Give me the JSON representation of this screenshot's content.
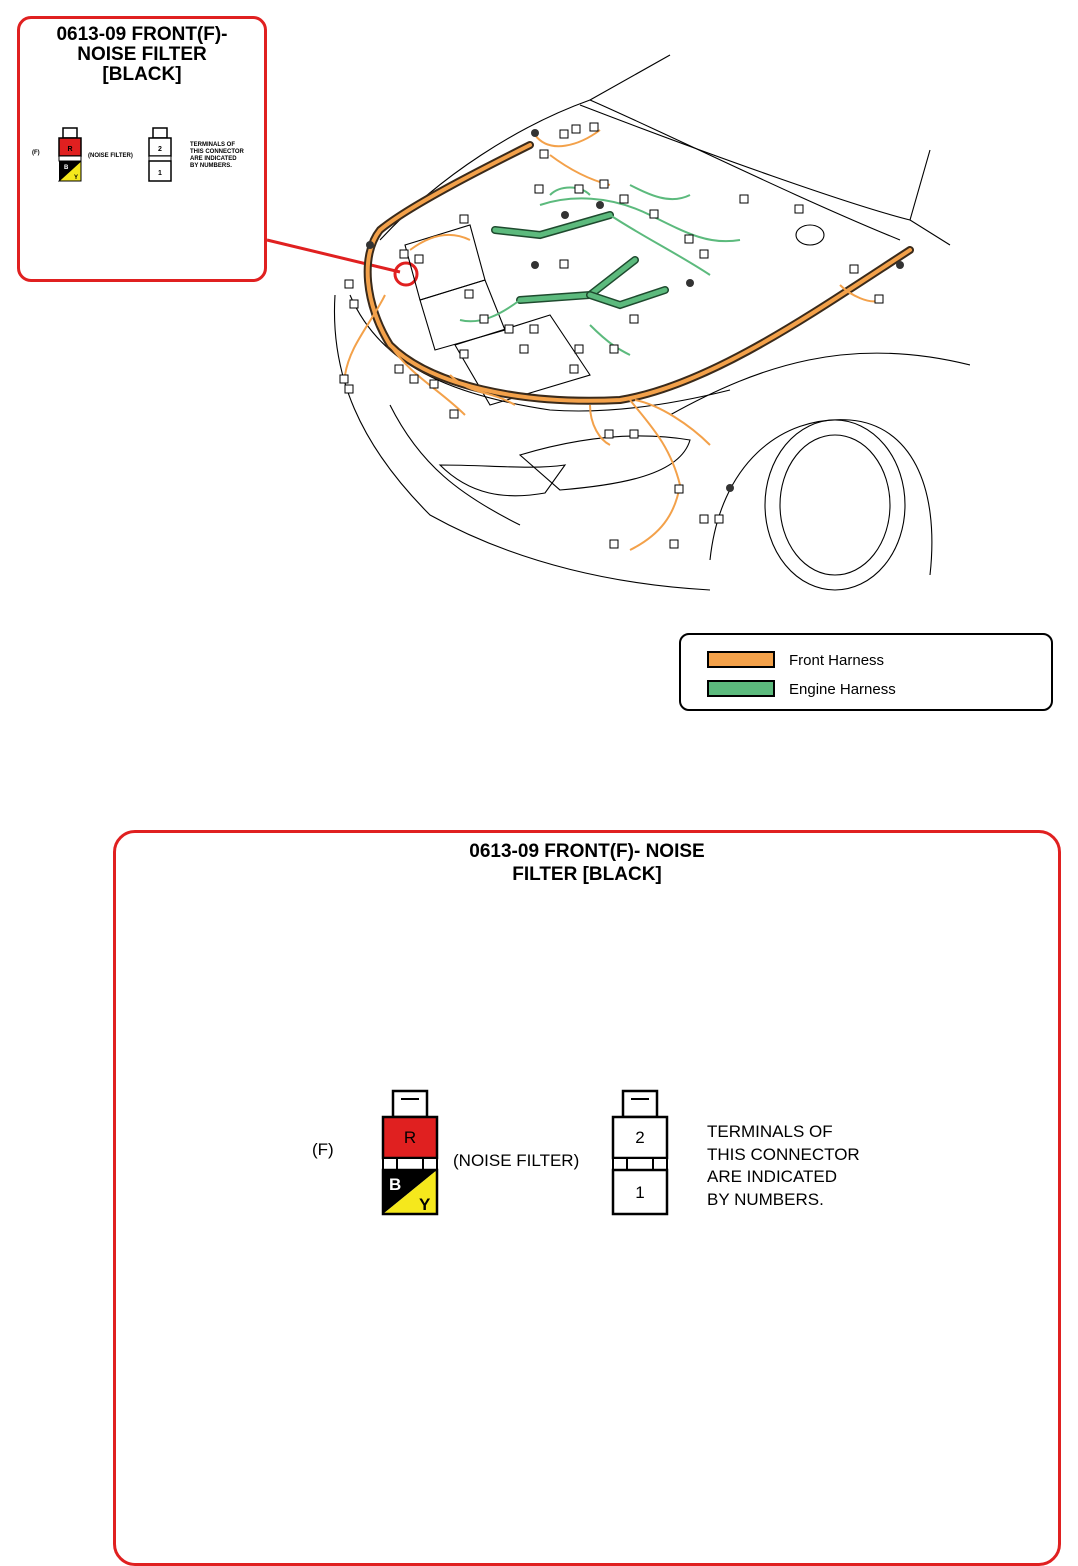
{
  "inset": {
    "title_line1": "0613-09 FRONT(F)-",
    "title_line2": "NOISE FILTER",
    "title_line3": "[BLACK]",
    "code": "(F)",
    "part_name": "(NOISE FILTER)",
    "terminals_note": [
      "TERMINALS OF",
      "THIS CONNECTOR",
      "ARE INDICATED",
      "BY NUMBERS."
    ]
  },
  "main": {
    "title_line1": "0613-09 FRONT(F)- NOISE",
    "title_line2": "FILTER [BLACK]",
    "code": "(F)",
    "part_name": "(NOISE FILTER)",
    "terminals_note": [
      "TERMINALS OF",
      "THIS CONNECTOR",
      "ARE INDICATED",
      "BY NUMBERS."
    ]
  },
  "connector": {
    "wire_colors": {
      "top": "R",
      "bottom_left": "B",
      "bottom_right": "Y"
    },
    "terminals": {
      "top": "2",
      "bottom": "1"
    },
    "colors": {
      "red": "#e02020",
      "yellow": "#f5e81c",
      "black": "#000000"
    }
  },
  "legend": {
    "items": [
      {
        "label": "Front Harness",
        "color": "#f3a14a"
      },
      {
        "label": "Engine Harness",
        "color": "#5cba7d"
      }
    ]
  },
  "colors": {
    "frame_red": "#e02020",
    "front_harness": "#f3a14a",
    "engine_harness": "#5cba7d"
  }
}
